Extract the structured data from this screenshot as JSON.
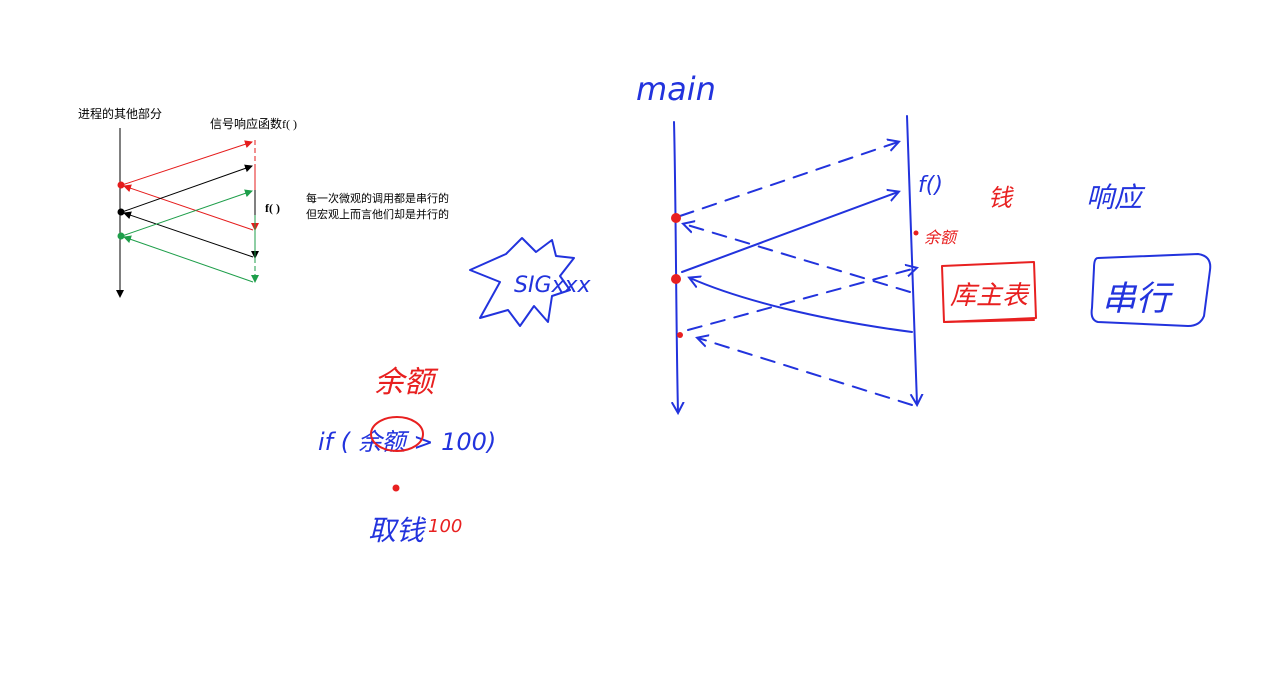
{
  "left_diagram": {
    "process_label": "进程的其他部分",
    "handler_label": "信号响应函数f( )",
    "f_label": "f( )",
    "note_line1": "每一次微观的调用都是串行的",
    "note_line2": "但宏观上而言他们却是并行的",
    "colors": {
      "red": "#e51c1c",
      "black": "#000000",
      "green": "#1e9e4a"
    }
  },
  "handwriting": {
    "main": "main",
    "f": "f()",
    "red_top": "钱",
    "red_small": "余额",
    "response": "响应",
    "boxed_red": "库主表",
    "boxed_blue": "串行",
    "sig": "SIGxxx",
    "balance": "余额",
    "if_stmt": "if (  余额  > 100)",
    "withdraw": "取钱",
    "amount": "100",
    "colors": {
      "blue": "#2233dd",
      "red": "#e82020"
    }
  }
}
